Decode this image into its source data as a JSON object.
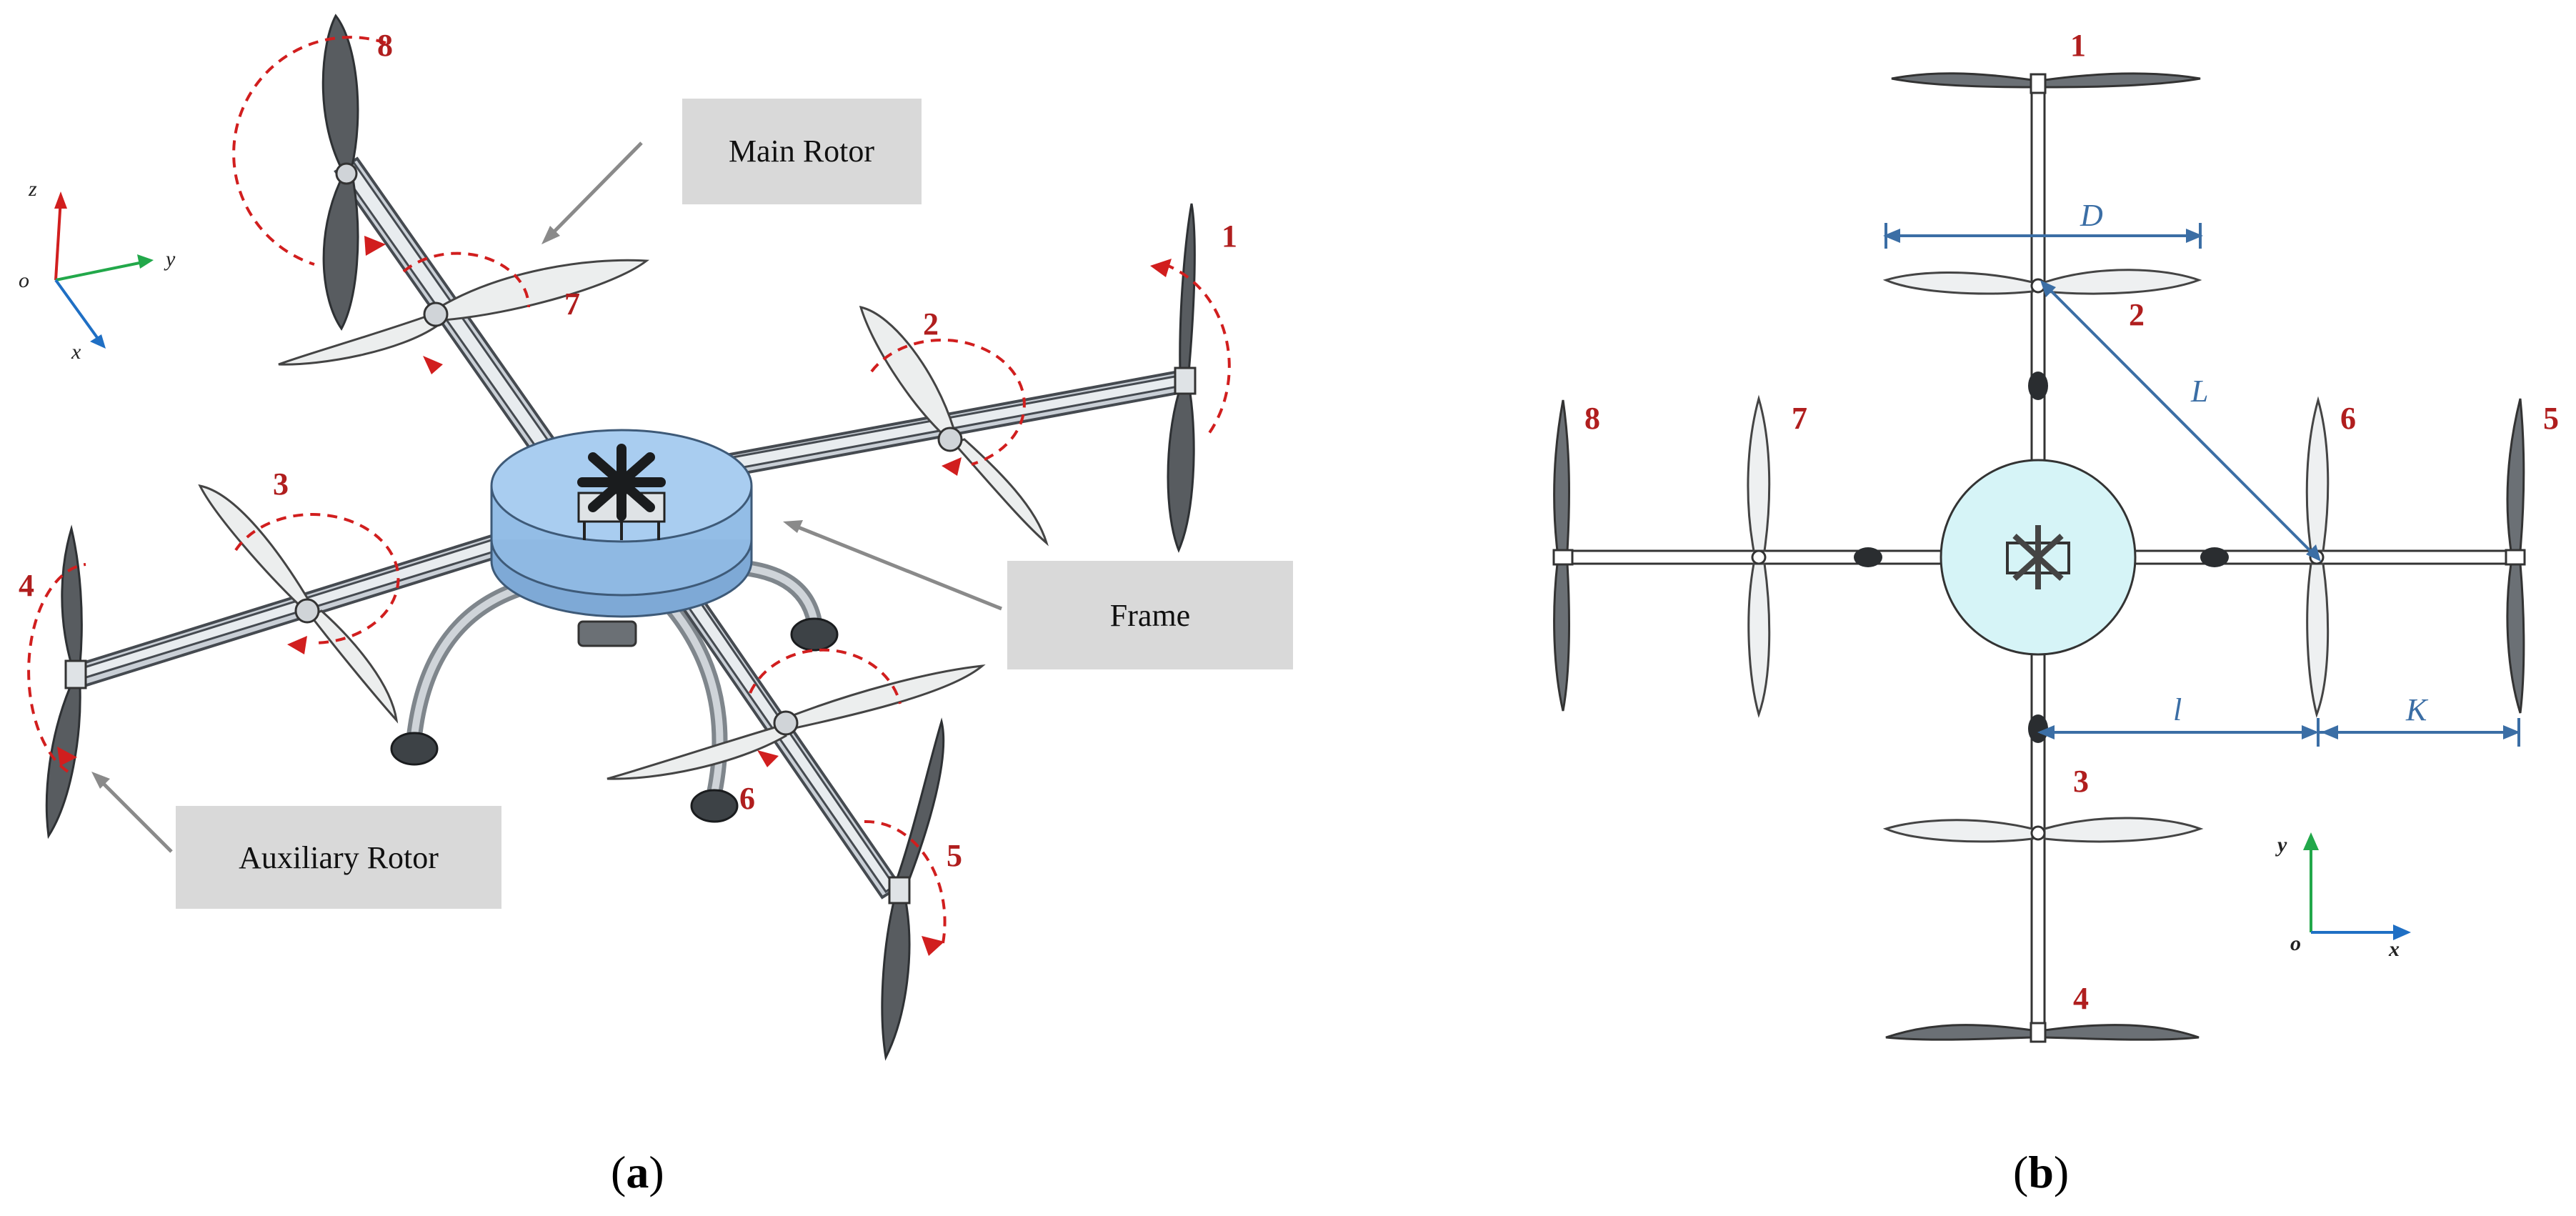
{
  "panel_a": {
    "rotor_numbers": [
      "1",
      "2",
      "3",
      "4",
      "5",
      "6",
      "7",
      "8"
    ],
    "callouts": {
      "main_rotor": "Main Rotor",
      "frame": "Frame",
      "auxiliary_rotor": "Auxiliary Rotor"
    },
    "axes": {
      "origin": "o",
      "x": "x",
      "y": "y",
      "z": "z"
    },
    "caption_open": "(",
    "caption_letter": "a",
    "caption_close": ")"
  },
  "panel_b": {
    "rotor_numbers": [
      "1",
      "2",
      "3",
      "4",
      "5",
      "6",
      "7",
      "8"
    ],
    "dimensions": {
      "D": "D",
      "L": "L",
      "l": "l",
      "K": "K"
    },
    "axes": {
      "origin": "o",
      "x": "x",
      "y": "y"
    },
    "caption_open": "(",
    "caption_letter": "b",
    "caption_close": ")"
  },
  "colors": {
    "rotor_label": "#b01e1e",
    "rotation_marker": "#d11e1e",
    "frame_fill_a": "#a9cdf0",
    "frame_fill_b": "#d6f4f7",
    "dimension": "#3b6ea5",
    "callout_box": "#d9d9d9",
    "axis_x": "#1f6fc4",
    "axis_y": "#22a84a",
    "axis_z": "#d11e1e"
  }
}
